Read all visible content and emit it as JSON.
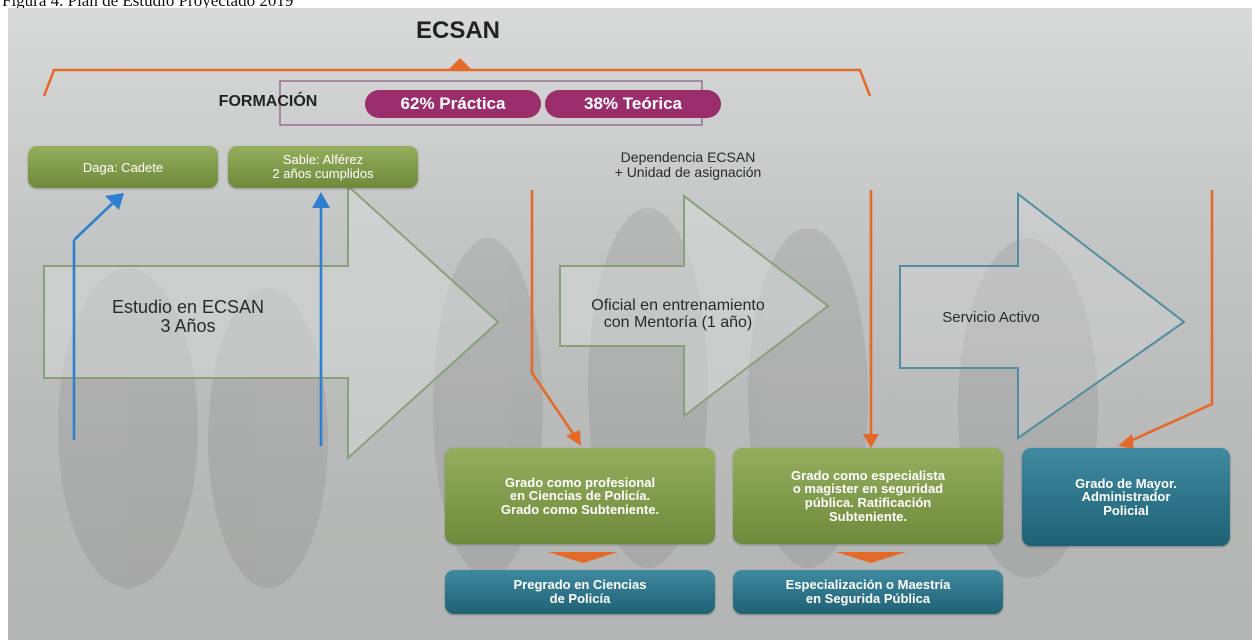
{
  "caption": "Figura 4. Plan de Estudio Proyectado 2019",
  "title": "ECSAN",
  "formacion": {
    "label": "FORMACIÓN",
    "practica": "62% Práctica",
    "teorica": "38% Teórica"
  },
  "rank_boxes": {
    "daga": "Daga: Cadete",
    "sable": "Sable: Alférez\n2 años cumplidos"
  },
  "dependencia": "Dependencia ECSAN\n+ Unidad de asignación",
  "stages": {
    "estudio": "Estudio en ECSAN\n3 Años",
    "oficial": "Oficial en entrenamiento\ncon Mentoría (1 año)",
    "servicio": "Servicio Activo"
  },
  "outcomes": {
    "profesional": "Grado como profesional\nen Ciencias de Policía.\nGrado como Subteniente.",
    "especialista": "Grado como especialista\no magister en seguridad\npública. Ratificación\nSubteniente.",
    "mayor": "Grado de Mayor.\nAdministrador\nPolicial"
  },
  "programs": {
    "pregrado": "Pregrado en Ciencias\nde Policía",
    "especializacion": "Especialización o Maestría\nen Segurida Pública"
  },
  "colors": {
    "orange": "#e56a2a",
    "blue": "#2f7fd0",
    "green": "#7f9c47",
    "teal": "#2b7185",
    "magenta": "#9a2d6b",
    "outline_green": "#8aa07a",
    "outline_teal": "#4f8da0"
  }
}
